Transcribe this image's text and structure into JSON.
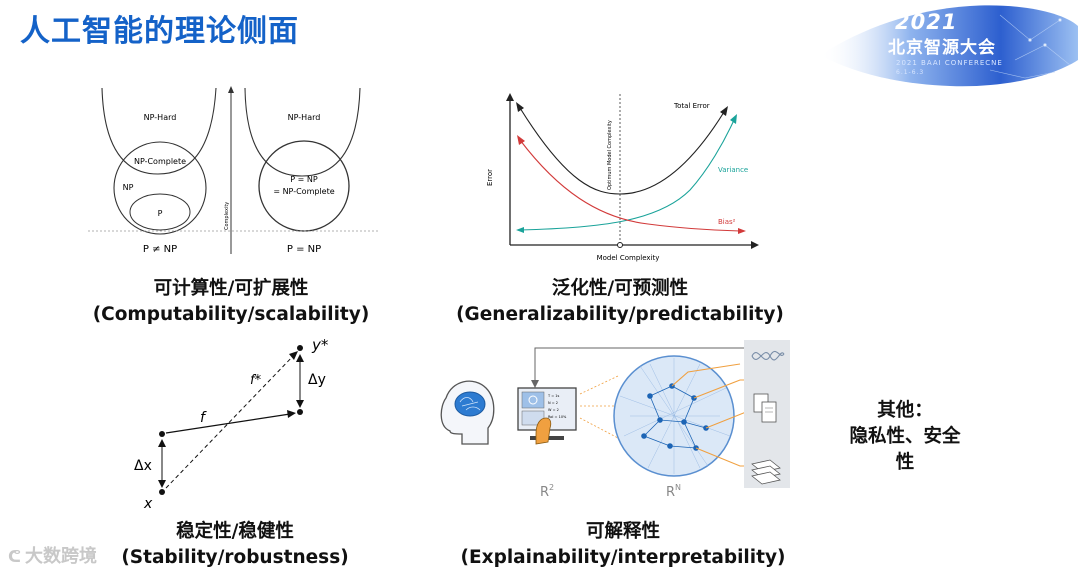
{
  "slide": {
    "title": "人工智能的理论侧面"
  },
  "logo": {
    "year": "2021",
    "name": "北京智源大会",
    "subtitle": "2021 BAAI CONFERECNE",
    "dates": "6.1-6.3"
  },
  "computability": {
    "label_cn": "可计算性/可扩展性",
    "label_en": "(Computability/scalability)",
    "left": {
      "np_hard": "NP-Hard",
      "np_complete": "NP-Complete",
      "np": "NP",
      "p": "P",
      "caption": "P ≠ NP"
    },
    "right": {
      "np_hard": "NP-Hard",
      "p_eq_np": "P = NP",
      "eq_np_complete": "= NP-Complete",
      "caption": "P = NP"
    },
    "axis_label": "Complexity"
  },
  "generalization": {
    "label_cn": "泛化性/可预测性",
    "label_en": "(Generalizability/predictability)",
    "y_label": "Error",
    "x_label": "Model Complexity",
    "optimum_label": "Optimum Model Complexity",
    "total_error": "Total Error",
    "variance": "Variance",
    "bias": "Bias²",
    "colors": {
      "total": "#222222",
      "variance": "#1aa39a",
      "bias": "#d23a3a"
    }
  },
  "stability": {
    "label_cn": "稳定性/稳健性",
    "label_en": "(Stability/robustness)",
    "y_star": "y*",
    "f_star": "f*",
    "delta_y": "Δy",
    "f": "f",
    "delta_x": "Δx",
    "x": "x"
  },
  "explainability": {
    "label_cn": "可解释性",
    "label_en": "(Explainability/interpretability)",
    "r2": "R",
    "r2_sup": "2",
    "rn": "R",
    "rn_sup": "N",
    "screen_lines": [
      "T = 1s",
      "N = 2",
      "W = 2",
      "RoI = 10%"
    ]
  },
  "other": {
    "line1": "其他：",
    "line2": "隐私性、安全性"
  },
  "watermark": {
    "icon": "ᕦ",
    "text": "大数跨境"
  }
}
